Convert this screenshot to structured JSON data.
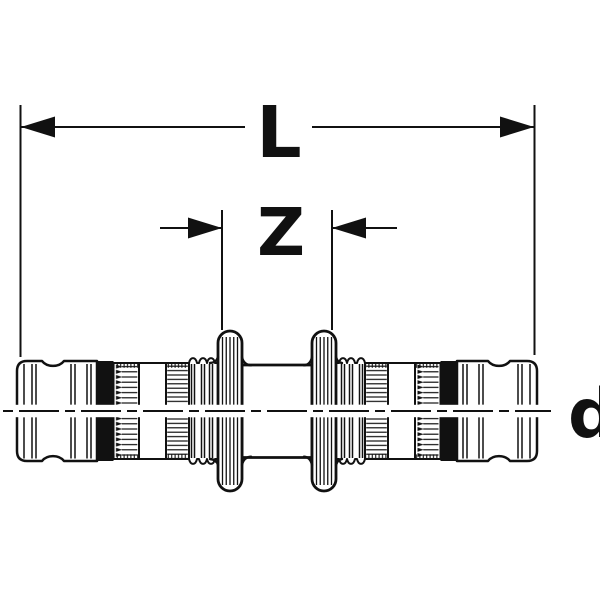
{
  "dimensions": {
    "length_label": "L",
    "engagement_label": "Z",
    "diameter_label": "d"
  },
  "colors": {
    "line": "#111111",
    "background": "#ffffff"
  }
}
